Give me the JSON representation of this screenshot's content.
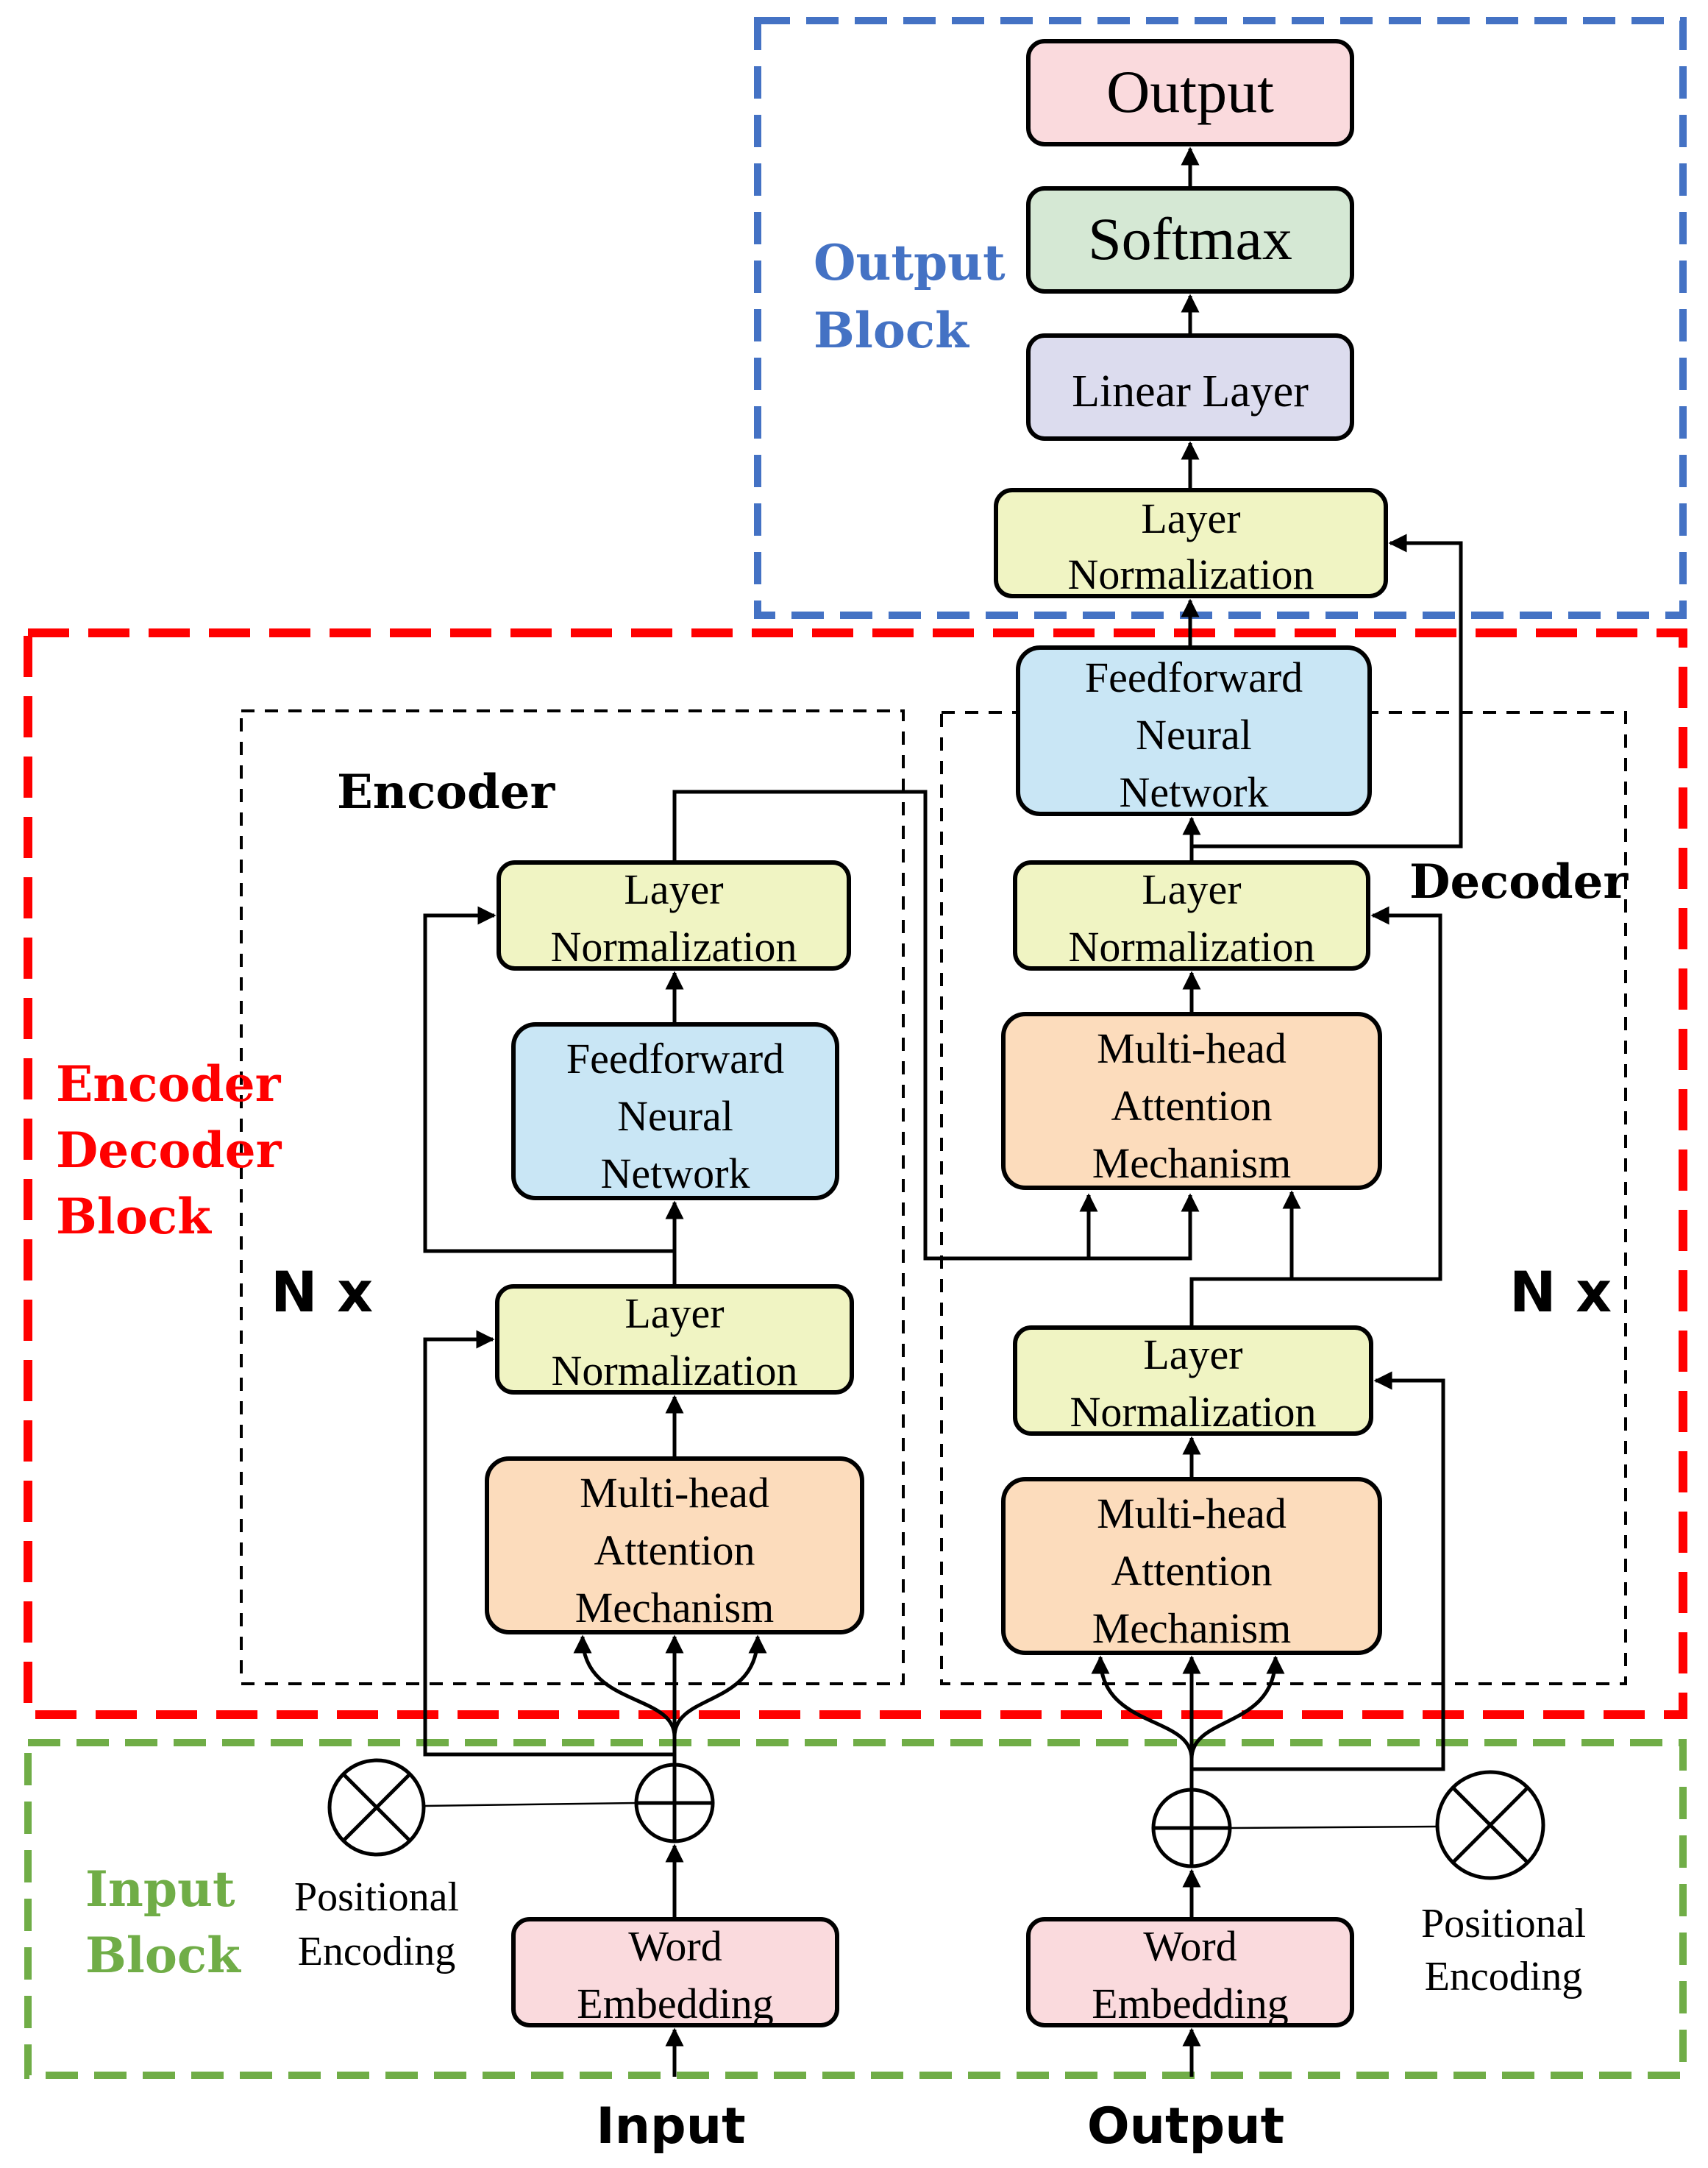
{
  "blocks": {
    "output_block": [
      "Output",
      "Block"
    ],
    "encoder_decoder_block": [
      "Encoder",
      "Decoder",
      "Block"
    ],
    "input_block": [
      "Input",
      "Block"
    ]
  },
  "encoder": {
    "title": "Encoder",
    "repeat": "N x",
    "layer_norm_top": [
      "Layer",
      "Normalization"
    ],
    "ffn": [
      "Feedforward",
      "Neural",
      "Network"
    ],
    "layer_norm_bottom": [
      "Layer",
      "Normalization"
    ],
    "mha": [
      "Multi-head",
      "Attention",
      "Mechanism"
    ]
  },
  "decoder": {
    "title": "Decoder",
    "repeat": "N x",
    "ffn": [
      "Feedforward",
      "Neural",
      "Network"
    ],
    "layer_norm_top": [
      "Layer",
      "Normalization"
    ],
    "mha_top": [
      "Multi-head",
      "Attention",
      "Mechanism"
    ],
    "layer_norm_bottom": [
      "Layer",
      "Normalization"
    ],
    "mha_bottom": [
      "Multi-head",
      "Attention",
      "Mechanism"
    ]
  },
  "output_stack": {
    "output": "Output",
    "softmax": "Softmax",
    "linear": "Linear Layer",
    "layer_norm": [
      "Layer",
      "Normalization"
    ]
  },
  "inputs": {
    "left_word_embedding": [
      "Word",
      "Embedding"
    ],
    "right_word_embedding": [
      "Word",
      "Embedding"
    ],
    "left_positional": [
      "Positional",
      "Encoding"
    ],
    "right_positional": [
      "Positional",
      "Encoding"
    ],
    "input_label": "Input",
    "output_label": "Output"
  },
  "colors": {
    "output_box": "#fadadd",
    "softmax_box": "#d5e8d4",
    "linear_box": "#dcdcee",
    "norm_box": "#f0f4c3",
    "ffn_box": "#c9e6f5",
    "mha_box": "#fcdcbc",
    "embed_box": "#fadadd",
    "output_block_border": "#4472c4",
    "encdec_block_border": "#ff0000",
    "input_block_border": "#70ad47"
  }
}
